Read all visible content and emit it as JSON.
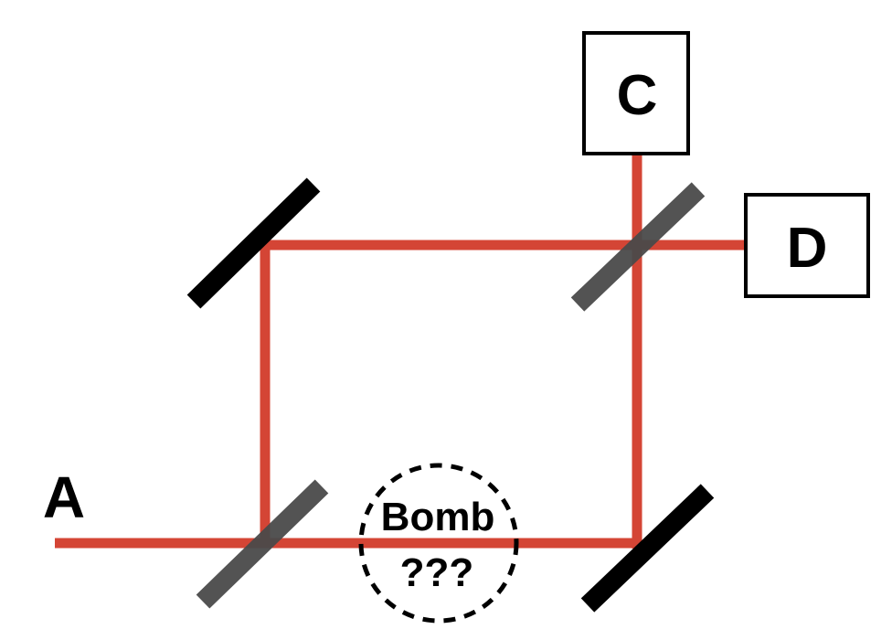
{
  "labels": {
    "source": "A",
    "detector_c": "C",
    "detector_d": "D",
    "bomb_title": "Bomb",
    "bomb_unknown": "???"
  },
  "colors": {
    "beam": "#d44535",
    "mirror": "#000000",
    "beam_splitter": "#4a4a4a",
    "outline": "#000000"
  }
}
